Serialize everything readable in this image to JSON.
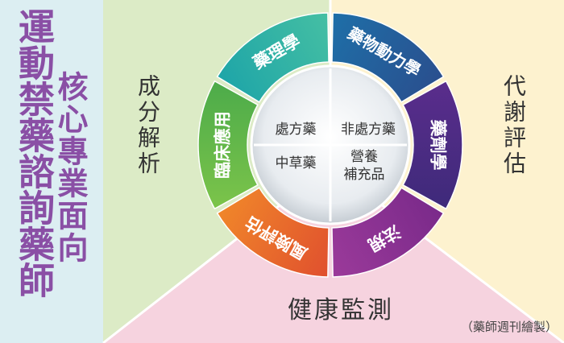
{
  "title": {
    "column1": "運動禁藥諮詢藥師",
    "column2": "核心專業面向"
  },
  "side_labels": {
    "left": "成分解析",
    "right": "代謝評估",
    "bottom": "健康監測"
  },
  "credit": "（藥師週刊繪製）",
  "ring_segments": [
    {
      "label": "藥理學",
      "color": "#1ea5a8",
      "color2": "#45bfa3"
    },
    {
      "label": "藥物動力學",
      "color": "#1e6fa8",
      "color2": "#2a4f8e"
    },
    {
      "label": "藥劑學",
      "color": "#5a2d8c",
      "color2": "#3e2a7a"
    },
    {
      "label": "法規",
      "color": "#7a2a8a",
      "color2": "#9b3a9a"
    },
    {
      "label": "風險評估",
      "color": "#e0502e",
      "color2": "#f0862a"
    },
    {
      "label": "臨床應用",
      "color": "#7cc44a",
      "color2": "#4cab4a"
    }
  ],
  "center_quadrants": {
    "top_left": "處方藥",
    "top_right": "非處方藥",
    "bottom_left": "中草藥",
    "bottom_right_line1": "營養",
    "bottom_right_line2": "補充品"
  },
  "colors": {
    "left_panel": "#dceef2",
    "left_zone": "#dcebc6",
    "right_zone": "#fdf2cf",
    "bottom_zone": "#f6d3df",
    "title": "#8a4fa5"
  }
}
